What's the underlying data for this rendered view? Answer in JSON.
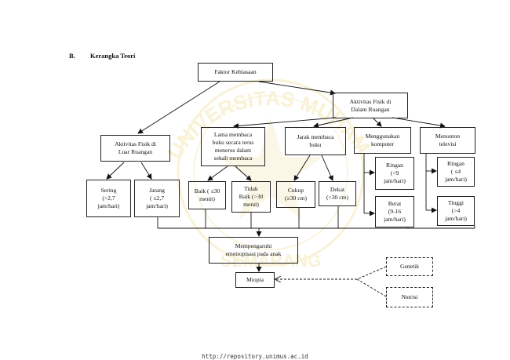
{
  "section": {
    "number": "B.",
    "title": "Kerangka Teori"
  },
  "watermark": {
    "arc_text": "UNIVERSITAS MUHAMMADIYAH",
    "bottom_text": "SEMARANG",
    "color": "#e6c64a"
  },
  "nodes": {
    "faktor": "Faktor Kebiasaan",
    "dalam": "Aktivitas Fisik di\nDalam Ruangan",
    "luar": "Aktivitas Fisik di\nLuar Ruangan",
    "lama": "Lama membaca\nbuku secara terus\nmenerus dalam\nsekali membaca",
    "jarak": "Jarak membaca\nbuku",
    "komputer": "Menggunakan\nkomputer",
    "televisi": "Menonton\ntelevisi",
    "sering": "Sering\n(>2,7\njam/hari)",
    "jarang": "Jarang\n( ≤2,7\njam/hari)",
    "baik": "Baik ( ≤30\nmenit)",
    "tidak_baik": "Tidak\nBaik (>30\nmenit)",
    "cukup": "Cukup\n(≥30 cm)",
    "dekat": "Dekat\n(<30 cm)",
    "ringan_komp": "Ringan\n(<9\njam/hari)",
    "berat_komp": "Berat\n(9-16\njam/hari)",
    "ringan_tv": "Ringan\n( ≤4\njam/hari)",
    "tinggi_tv": "Tinggi\n(>4\njam/hari)",
    "mempengaruhi": "Mempengaruhi\nemetropisasi pada anak",
    "miopia": "Miopia",
    "genetik": "Genetik",
    "nutrisi": "Nutrisi"
  },
  "footer": "http://repository.unimus.ac.id"
}
